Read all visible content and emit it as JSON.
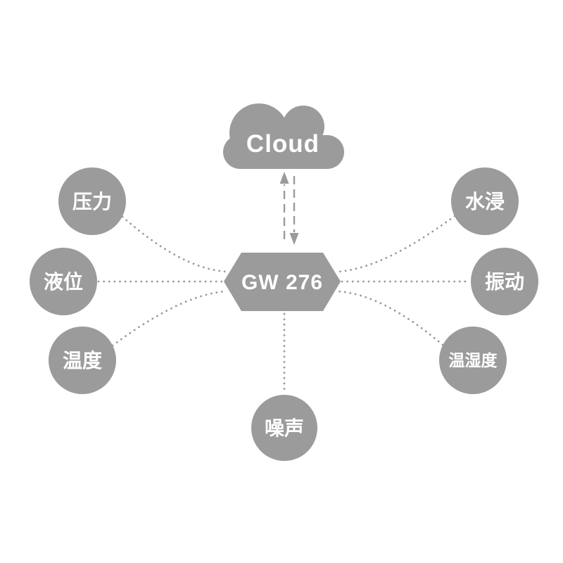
{
  "diagram": {
    "colors": {
      "node": "#9b9b9b",
      "background": "#ffffff",
      "label_text": "#ffffff"
    },
    "cloud": {
      "label": "Cloud"
    },
    "gateway": {
      "label": "GW 276"
    },
    "sensors": {
      "pressure": {
        "label": "压力"
      },
      "liquid_level": {
        "label": "液位"
      },
      "temperature": {
        "label": "温度"
      },
      "water_leak": {
        "label": "水浸"
      },
      "vibration": {
        "label": "振动"
      },
      "temp_humidity": {
        "label": "温湿度"
      },
      "noise": {
        "label": "噪声"
      }
    }
  }
}
